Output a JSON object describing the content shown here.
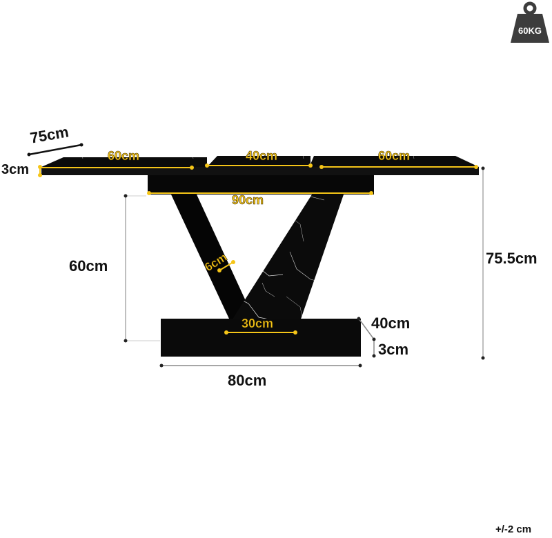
{
  "weight_badge": {
    "label": "60KG",
    "color": "#3d3d3d"
  },
  "colors": {
    "marble": "#0b0b0b",
    "vein": "#e8e8e8",
    "gold": "#f5c518",
    "dim_line": "#888888"
  },
  "dimensions": {
    "depth": "75cm",
    "top_thickness": "3cm",
    "left_leaf": "60cm",
    "center_leaf": "40cm",
    "right_leaf": "60cm",
    "apron_width": "90cm",
    "leg_height": "60cm",
    "leg_thickness": "6cm",
    "leg_base_width": "30cm",
    "total_height": "75.5cm",
    "base_depth": "40cm",
    "base_thickness": "3cm",
    "base_width": "80cm"
  },
  "tolerance": "+/-2 cm"
}
